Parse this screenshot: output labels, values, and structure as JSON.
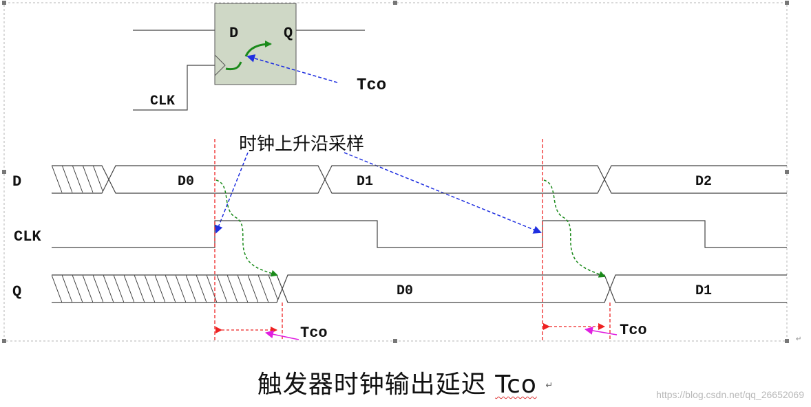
{
  "flipflop": {
    "d_label": "D",
    "q_label": "Q",
    "clk_label": "CLK",
    "tco_label": "Tco"
  },
  "timing": {
    "sampling_label": "时钟上升沿采样",
    "signals": {
      "d": "D",
      "clk": "CLK",
      "q": "Q"
    },
    "d_values": [
      "D0",
      "D1",
      "D2"
    ],
    "q_values": [
      "D0",
      "D1"
    ],
    "tco_labels": [
      "Tco",
      "Tco"
    ]
  },
  "caption": {
    "main": "触发器时钟输出延迟",
    "tco": "Tco"
  },
  "watermark": "https://blog.csdn.net/qq_26652069",
  "return_mark": "↵",
  "colors": {
    "flipflop_fill": "#cfd8c6",
    "tco_path": "#1a8a1a",
    "pointer_arrow": "#1f2fe0",
    "edge_marker": "#ee2222",
    "tco_pointer": "#e01fe0",
    "line": "#444444"
  }
}
